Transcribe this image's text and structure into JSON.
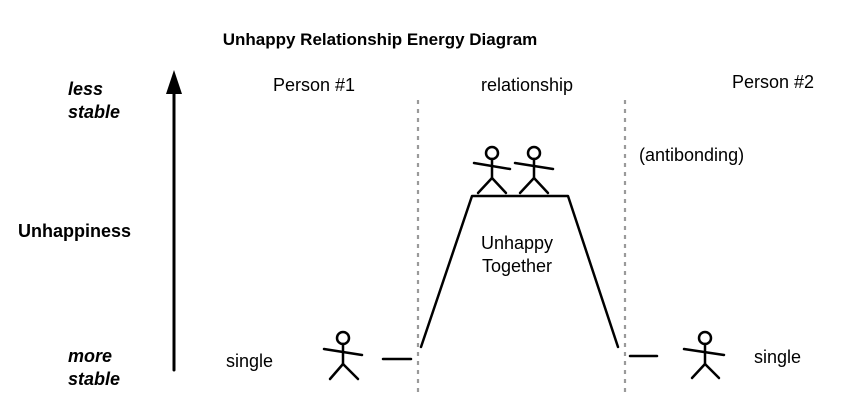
{
  "title": "Unhappy Relationship Energy Diagram",
  "axis": {
    "top_label_line1": "less",
    "top_label_line2": "stable",
    "middle_label": "Unhappiness",
    "bottom_label_line1": "more",
    "bottom_label_line2": "stable"
  },
  "columns": {
    "left": "Person #1",
    "middle": "relationship",
    "right": "Person #2"
  },
  "states": {
    "left_single": "single",
    "right_single": "single",
    "antibonding": "(antibonding)",
    "together_line1": "Unhappy",
    "together_line2": "Together"
  }
}
